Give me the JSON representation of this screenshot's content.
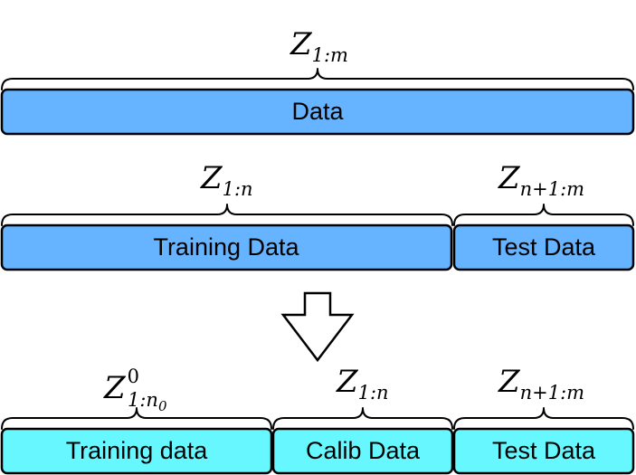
{
  "rows": {
    "row1": {
      "brace_label": {
        "base": "Z",
        "sub": "1:m",
        "sup": ""
      },
      "boxes": [
        {
          "label": "Data",
          "color": "#66b3ff"
        }
      ]
    },
    "row2": {
      "brace_labels": [
        {
          "base": "Z",
          "sub": "1:n",
          "sup": ""
        },
        {
          "base": "Z",
          "sub": "n+1:m",
          "sup": ""
        }
      ],
      "boxes": [
        {
          "label": "Training Data",
          "color": "#66b3ff"
        },
        {
          "label": "Test Data",
          "color": "#66b3ff"
        }
      ]
    },
    "row3": {
      "brace_labels": [
        {
          "base": "Z",
          "sub": "1:n",
          "sub2": "0",
          "sup": "0"
        },
        {
          "base": "Z",
          "sub": "1:n",
          "sup": ""
        },
        {
          "base": "Z",
          "sub": "n+1:m",
          "sup": ""
        }
      ],
      "boxes": [
        {
          "label": "Training data",
          "color": "#66f7ff"
        },
        {
          "label": "Calib Data",
          "color": "#66f7ff"
        },
        {
          "label": "Test Data",
          "color": "#66f7ff"
        }
      ]
    }
  },
  "arrow": {
    "direction": "down"
  }
}
